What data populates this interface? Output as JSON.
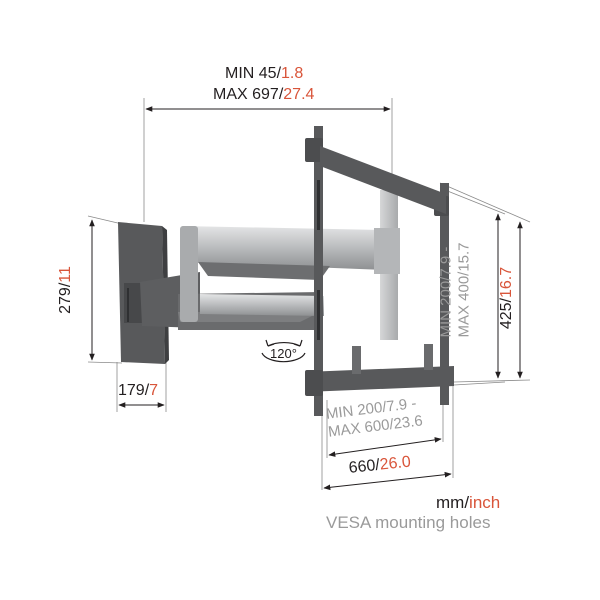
{
  "colors": {
    "background": "#ffffff",
    "text_dark": "#231f20",
    "text_grey": "#9a9a9a",
    "accent_inch": "#d9553a",
    "metal_dark": "#58595b",
    "metal_light": "#c4c6c8"
  },
  "dimensions": {
    "depth": {
      "min_mm": "MIN 45/",
      "min_in": "1.8",
      "max_mm": "MAX 697/",
      "max_in": "27.4"
    },
    "wall_plate_height": {
      "mm": "279/",
      "in": "11"
    },
    "wall_plate_width": {
      "mm": "179/",
      "in": "7"
    },
    "vesa_vertical": {
      "line1": "MIN 200/7.9 -",
      "line2": "MAX 400/15.7"
    },
    "bracket_height": {
      "mm": "425/",
      "in": "16.7"
    },
    "vesa_horizontal": {
      "line1": "MIN 200/7.9 -",
      "line2": "MAX 600/23.6"
    },
    "bracket_width": {
      "mm": "660/",
      "in": "26.0"
    },
    "swivel": {
      "label": "120°"
    }
  },
  "legend": {
    "unit_mm": "mm/",
    "unit_inch": "inch",
    "vesa_note": "VESA mounting holes"
  }
}
